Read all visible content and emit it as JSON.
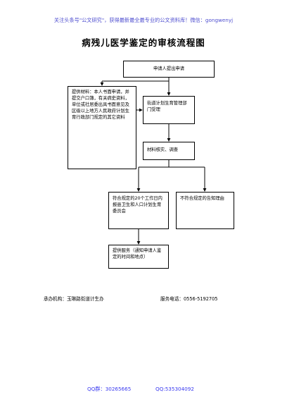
{
  "header": {
    "notice": "关注头条号\"公文研究\"，获得最新最全最专业的公文资料库！微信：gongwenyj"
  },
  "title": "病残儿医学鉴定的审核流程图",
  "flow": {
    "start": "申请人提出申请",
    "materials": "提供材料：本人书面申请，并提交户口簿，有关病史资料，单位或社居委出具书面意见及区级以上地方人民政府计划生育行政部门规定的其它资料",
    "subdistrict": "街道计划生育管理部门受理",
    "check": "材料核实、调查",
    "qualified": "符合规定的20个工作日内报县卫生和人口计划生育委员会",
    "unqualified": "不符合规定的告知理由",
    "service": "提供服务（通知申请人鉴定的时间和地点）"
  },
  "footer": {
    "office": "承办机构：玉琳路街道计生办",
    "phone": "服务电话：0556-5192705"
  },
  "contact": {
    "qq_group": "QQ群：30265665",
    "qq": "QQ:535304092"
  }
}
